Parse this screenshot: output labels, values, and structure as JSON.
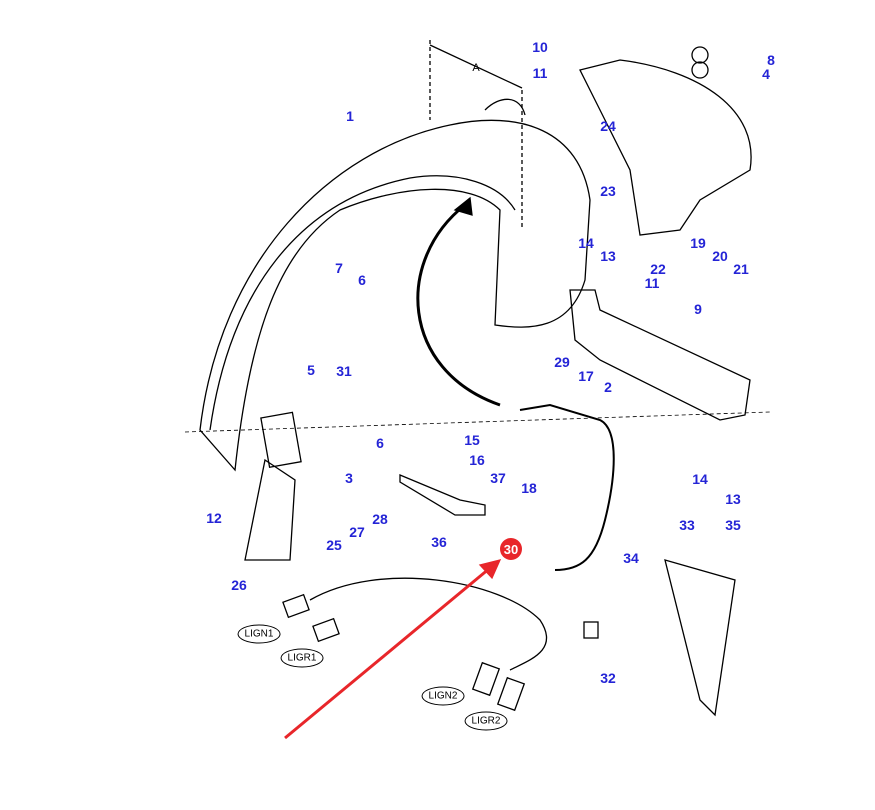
{
  "dimension_label": "A",
  "highlighted_part": "30",
  "colors": {
    "callout": "#2424d6",
    "highlight": "#e8262a",
    "arrow": "#e8262a"
  },
  "callouts": [
    "1",
    "10",
    "11",
    "8",
    "4",
    "24",
    "23",
    "14",
    "13",
    "19",
    "20",
    "21",
    "22",
    "11",
    "9",
    "7",
    "6",
    "5",
    "31",
    "6",
    "3",
    "29",
    "17",
    "2",
    "15",
    "16",
    "37",
    "18",
    "14",
    "13",
    "12",
    "28",
    "27",
    "25",
    "36",
    "33",
    "35",
    "34",
    "26",
    "32"
  ],
  "connectors": [
    "LIGN1",
    "LIGR1",
    "LIGN2",
    "LIGR2"
  ]
}
